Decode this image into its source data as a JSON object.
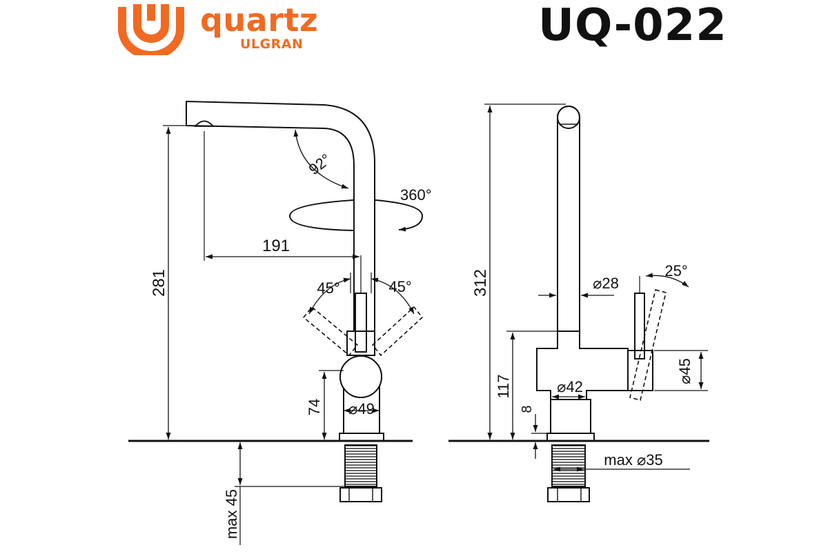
{
  "brand": {
    "name": "quartz",
    "sub": "ULGRAN",
    "color": "#f26a21",
    "logo_icon": "u-ring-logo-icon"
  },
  "model": "UQ-022",
  "front_view": {
    "dims": {
      "height_total": "281",
      "reach": "191",
      "spout_angle": "92°",
      "swivel": "360°",
      "lever_left": "45°",
      "lever_right": "45°",
      "body_height": "74",
      "base_diameter": "⌀49",
      "max_thickness": "max 45"
    }
  },
  "side_view": {
    "dims": {
      "height_total": "312",
      "tube_diameter": "⌀28",
      "lever_angle": "25°",
      "body_height": "117",
      "hub_diameter": "⌀45",
      "body_diameter": "⌀42",
      "base_height": "8",
      "hole_diameter": "max ⌀35"
    }
  }
}
